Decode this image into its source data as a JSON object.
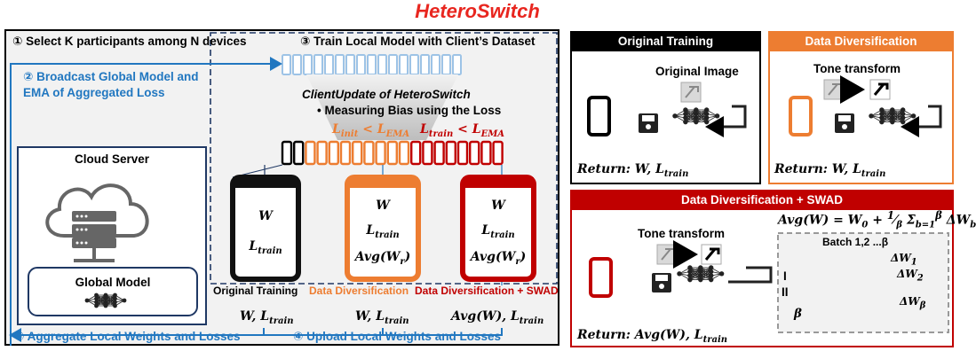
{
  "title": "HeteroSwitch",
  "steps": {
    "s1": "① Select K participants among N devices",
    "s2_line1": "② Broadcast Global Model and",
    "s2_line2": "EMA of Aggregated Loss",
    "s3": "③ Train Local Model with Client’s Dataset",
    "s4": "④ Upload Local Weights and Losses",
    "s5": "⑤ Aggregate Local Weights and Losses"
  },
  "client_update": {
    "title": "ClientUpdate of HeteroSwitch",
    "bullet": "• Measuring Bias using the Loss",
    "cond1": "L_init < L_EMA",
    "cond2": "L_train < L_EMA"
  },
  "server": {
    "label": "Cloud Server",
    "global_model": "Global Model"
  },
  "devices": [
    {
      "name": "Original Training",
      "line1": "W",
      "line2": "L_train",
      "line3": "",
      "upload": "W, L_train"
    },
    {
      "name": "Data Diversification",
      "line1": "W",
      "line2": "L_train",
      "line3": "Avg(W_r)",
      "upload": "W, L_train"
    },
    {
      "name": "Data Diversification + SWAD",
      "line1": "W",
      "line2": "L_train",
      "line3": "Avg(W_r)",
      "upload": "Avg(W), L_train"
    }
  ],
  "panels": {
    "original": {
      "header": "Original Training",
      "image_label": "Original Image",
      "ret": "Return: W, L_train"
    },
    "diversification": {
      "header": "Data Diversification",
      "transform": "Tone transform",
      "ret": "Return: W, L_train"
    },
    "swad": {
      "header": "Data Diversification + SWAD",
      "transform": "Tone transform",
      "formula": "Avg(W) = W_0 + 1/β Σ_{b=1}^{β} ΔW_b",
      "batch": "Batch 1,2 ...β",
      "dw1": "ΔW_1",
      "dw2": "ΔW_2",
      "dwb": "ΔW_β",
      "roman1": "I",
      "roman2": "II",
      "beta": "β",
      "ret": "Return: Avg(W), L_train"
    }
  },
  "colors": {
    "title": "#e8261f",
    "blue": "#2177c0",
    "orange": "#ed7d31",
    "red": "#c00000",
    "black": "#000000"
  }
}
